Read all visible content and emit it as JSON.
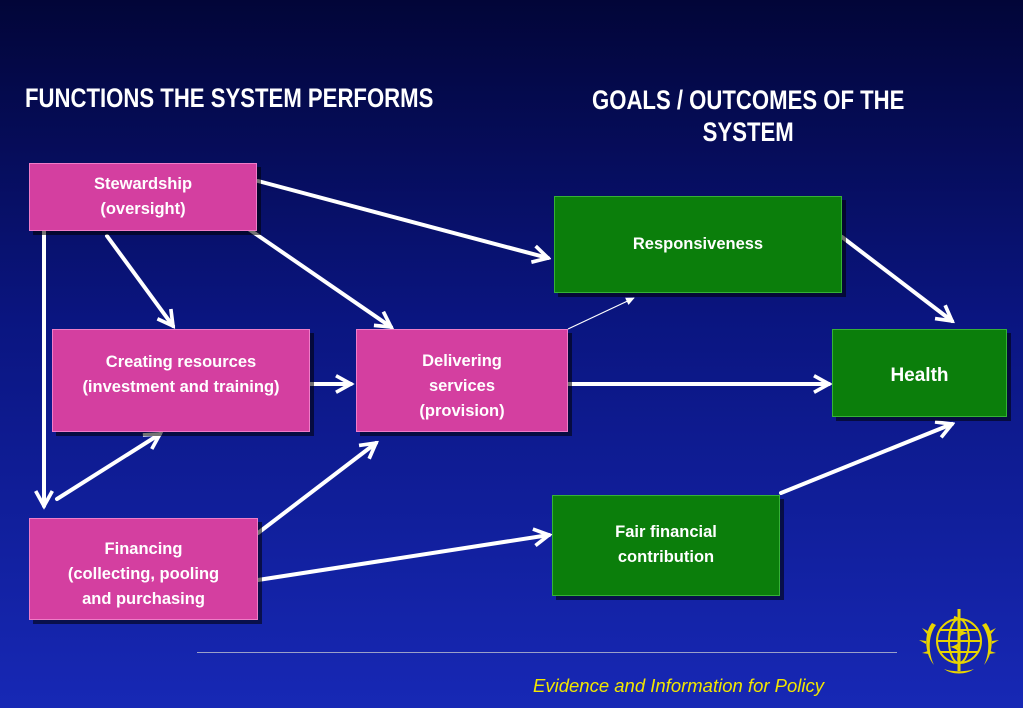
{
  "headings": {
    "functions": "FUNCTIONS THE SYSTEM PERFORMS",
    "goals_line1": "GOALS / OUTCOMES OF THE",
    "goals_line2": "SYSTEM"
  },
  "functions": {
    "stewardship": {
      "line1": "Stewardship",
      "line2": "(oversight)"
    },
    "creating_resources": {
      "line1": "Creating resources",
      "line2": "(investment and training)"
    },
    "delivering_services": {
      "line1": "Delivering",
      "line2": "services",
      "line3": "(provision)"
    },
    "financing": {
      "line1": "Financing",
      "line2": "(collecting, pooling",
      "line3": "and purchasing"
    }
  },
  "goals": {
    "responsiveness": "Responsiveness",
    "health": "Health",
    "fair_financial": {
      "line1": "Fair financial",
      "line2": "contribution"
    }
  },
  "footer": {
    "text": "Evidence and Information for Policy"
  },
  "colors": {
    "function_box": "#d43fa0",
    "goal_box": "#0b7e0b",
    "arrow": "#ffffff",
    "footer_text": "#f2e600"
  },
  "icons": {
    "logo": "who-emblem-icon"
  }
}
